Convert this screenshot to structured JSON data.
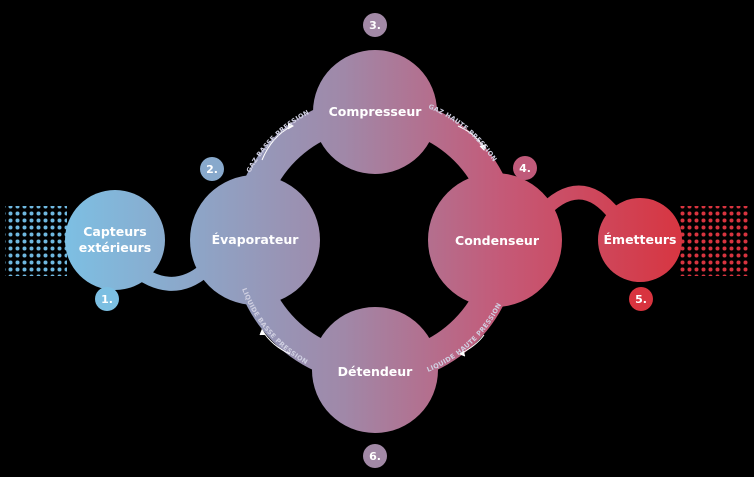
{
  "nodes": {
    "capteurs": {
      "label": "Capteurs extérieurs",
      "number": "1."
    },
    "evaporateur": {
      "label": "Évaporateur",
      "number": "2."
    },
    "compresseur": {
      "label": "Compresseur",
      "number": "3."
    },
    "condenseur": {
      "label": "Condenseur",
      "number": "4."
    },
    "emetteurs": {
      "label": "Émetteurs",
      "number": "5."
    },
    "detendeur": {
      "label": "Détendeur",
      "number": "6."
    }
  },
  "arcs": {
    "top_left": "GAZ BASSE PRESSION",
    "top_right": "GAZ HAUTE PRESSION",
    "bottom_right": "LIQUIDE HAUTE PRESSION",
    "bottom_left": "LIQUIDE BASSE PRESSION"
  },
  "colors": {
    "cold": "#7cc0e4",
    "mid": "#a07a9c",
    "hot": "#d8384a"
  }
}
